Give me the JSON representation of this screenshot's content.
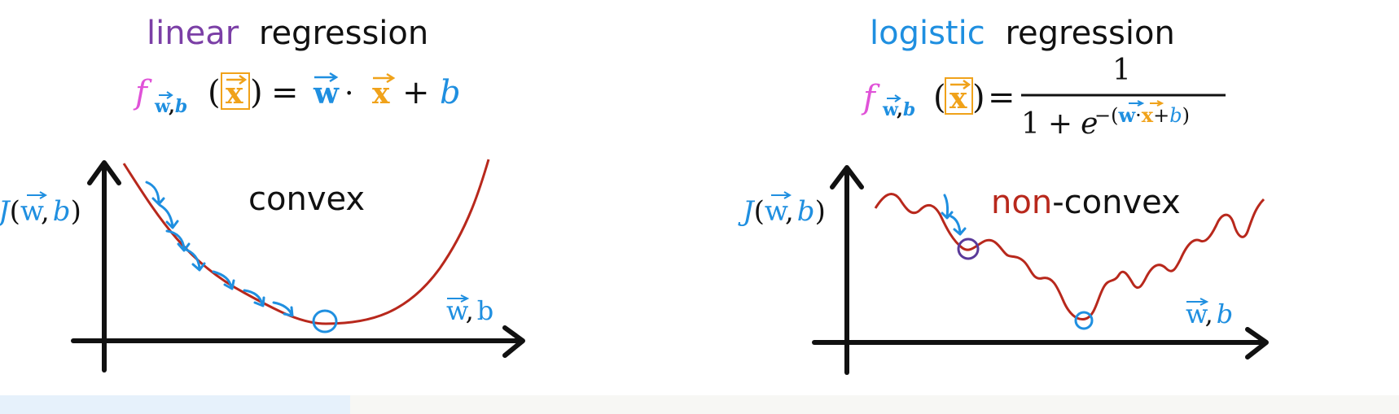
{
  "colors": {
    "black": "#111111",
    "purple": "#7b3fa6",
    "blue": "#1f8fe0",
    "orange": "#f0a21a",
    "pink": "#e052d8",
    "curve_red": "#b8281c",
    "navy_purple": "#5a3a9a"
  },
  "left_panel": {
    "title_word_1": "linear",
    "title_word_2": "regression",
    "formula": {
      "f": "f",
      "subscript": "w,b",
      "x_arg": "x",
      "paren_open": "(",
      "paren_close": ")",
      "equals": "=",
      "w": "w",
      "dot": "·",
      "x": "x",
      "plus": "+",
      "b": "b"
    },
    "y_axis_label": "J(w,b)",
    "y_axis_label_J": "J",
    "y_axis_label_w": "w",
    "y_axis_label_comma": ",",
    "y_axis_label_b": "b",
    "x_axis_label_w": "w",
    "x_axis_label_comma": ",",
    "x_axis_label_b": "b",
    "curve_label": "convex"
  },
  "right_panel": {
    "title_word_1": "logistic",
    "title_word_2": "regression",
    "formula": {
      "f": "f",
      "subscript": "w,b",
      "x_arg": "x",
      "equals": "=",
      "numerator": "1",
      "denominator_1": "1",
      "plus": "+",
      "e": "e",
      "exp_minus": "−(",
      "exp_w": "w",
      "exp_dot": "·",
      "exp_x": "x",
      "exp_plus": "+",
      "exp_b": "b",
      "exp_close": ")"
    },
    "y_axis_label_J": "J",
    "y_axis_label_w": "w",
    "y_axis_label_comma": ",",
    "y_axis_label_b": "b",
    "x_axis_label_w": "w",
    "x_axis_label_comma": ",",
    "x_axis_label_b": "b",
    "curve_label_1": "non",
    "curve_label_2": "-convex"
  }
}
